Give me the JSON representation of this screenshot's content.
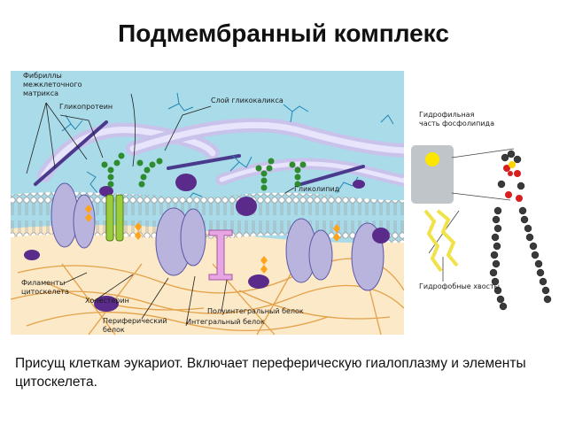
{
  "slide": {
    "title": "Подмембранный комплекс",
    "caption": "Присущ клеткам эукариот. Включает переферическую гиалоплазму и элементы цитоскелета."
  },
  "diagram": {
    "labels": {
      "fibrils_1": "Фибриллы",
      "fibrils_2": "межклеточного",
      "fibrils_3": "матрикса",
      "glycoprotein": "Гликопротеин",
      "glycocalyx": "Слой гликокаликса",
      "glycolipid": "Гликолипид",
      "hydrophilic_1": "Гидрофильная",
      "hydrophilic_2": "часть фосфолипида",
      "filaments_1": "Филаменты",
      "filaments_2": "цитоскелета",
      "cholesterol": "Холестерин",
      "peripheral_1": "Периферический",
      "peripheral_2": "белок",
      "polyintegral": "Полуинтегральный белок",
      "integral": "Интегральный белок",
      "hydrophobic": "Гидрофобные хвосты"
    },
    "colors": {
      "background": "#a9dbe9",
      "protein": "#b8b4de",
      "glycan": "#2e8b2e",
      "cytoskeleton": "#e3a14a",
      "cholesterol": "#ffa41a",
      "accent_green": "#9ccc3c",
      "accent_pink": "#e8a5e3"
    }
  }
}
